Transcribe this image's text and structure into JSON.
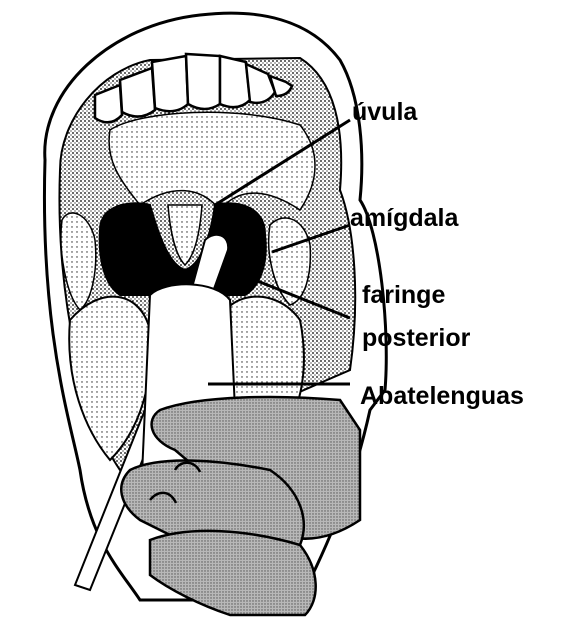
{
  "labels": {
    "uvula": "úvula",
    "tonsil": "amígdala",
    "pharynx_line1": "faringe",
    "pharynx_line2": "posterior",
    "depressor": "Abatelenguas"
  },
  "colors": {
    "ink": "#000000",
    "paper": "#ffffff",
    "shade": "#9a9a9a",
    "dark_shade": "#6a6a6a"
  }
}
